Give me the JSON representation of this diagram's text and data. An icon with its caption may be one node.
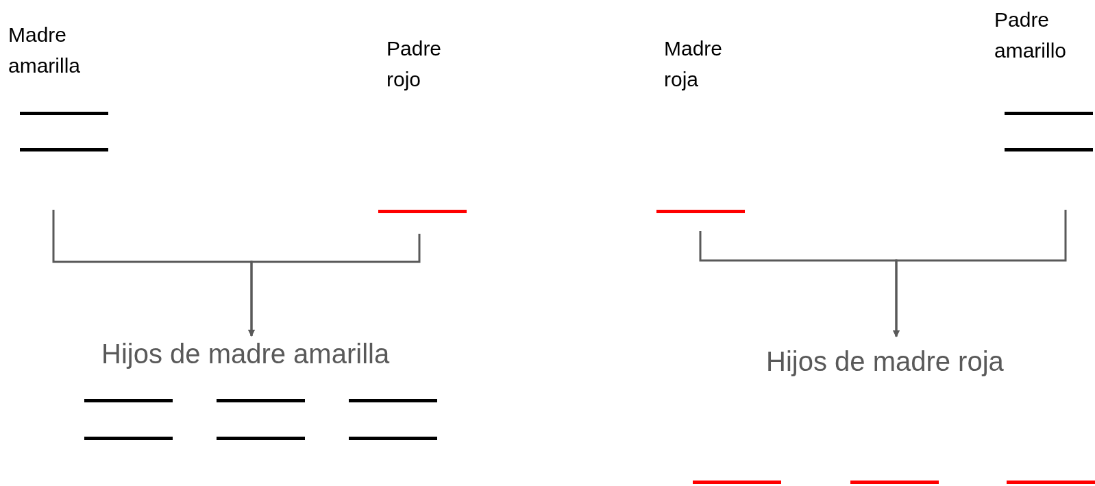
{
  "diagram": {
    "nodes": [
      {
        "text": [],
        "shape": "bar",
        "beside": [
          "Madre amarilla"
        ]
      },
      {
        "text": [],
        "shape": "bar"
      },
      {
        "text": [],
        "shape": "bar"
      },
      {
        "text": [],
        "shape": "bar",
        "beside": [
          "Padre amarillo"
        ]
      },
      {
        "text": [
          "Hijos de madre amarilla"
        ]
      },
      {
        "text": [
          "Hijos de madre roja"
        ]
      }
    ],
    "edges": [
      {
        "from": 0,
        "to": 4,
        "arrow": "to"
      },
      {
        "from": 1,
        "to": 4,
        "arrow": "to"
      },
      {
        "from": 2,
        "to": 5,
        "arrow": "to"
      },
      {
        "from": 3,
        "to": 5,
        "arrow": "to"
      }
    ],
    "labels": [
      "Padre rojo",
      "Madre roja"
    ]
  }
}
